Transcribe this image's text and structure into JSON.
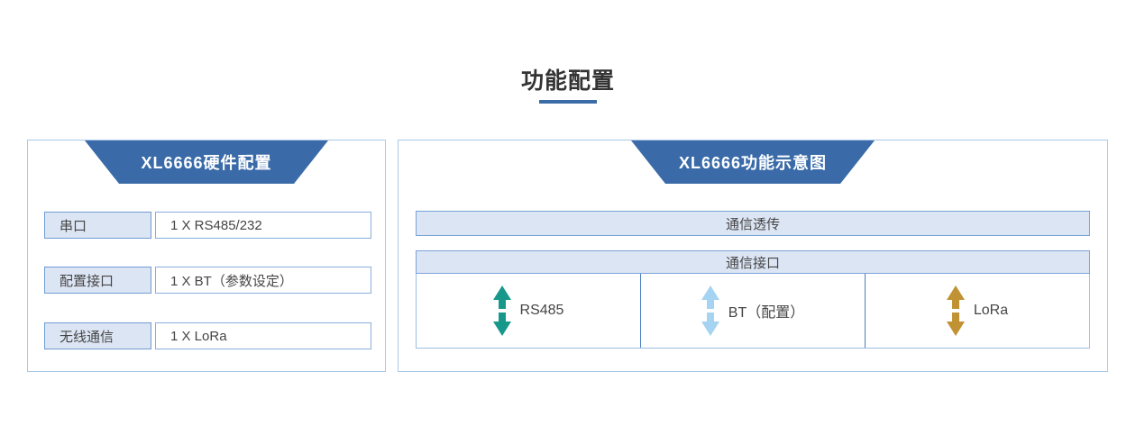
{
  "page": {
    "title": "功能配置",
    "underline_color": "#3a6ca8"
  },
  "left_panel": {
    "header": "XL6666硬件配置",
    "rows": [
      {
        "label": "串口",
        "value": "1 X RS485/232"
      },
      {
        "label": "配置接口",
        "value": "1 X BT（参数设定）"
      },
      {
        "label": "无线通信",
        "value": "1 X LoRa"
      }
    ]
  },
  "right_panel": {
    "header": "XL6666功能示意图",
    "passthrough_label": "通信透传",
    "interface_header": "通信接口",
    "interfaces": [
      {
        "label": "RS485",
        "icon": "up-down-arrow",
        "arrow_color": "#17988b"
      },
      {
        "label": "BT（配置）",
        "icon": "up-down-arrow",
        "arrow_color": "#a5d3f2"
      },
      {
        "label": "LoRa",
        "icon": "up-down-arrow",
        "arrow_color": "#c09233"
      }
    ]
  },
  "colors": {
    "header_blue": "#3a6ba8",
    "panel_border": "#abc8e8",
    "box_fill": "#dce5f4",
    "box_border": "#6f9cd4",
    "value_border": "#88aede",
    "divider_blue": "#4a7fbf",
    "text": "#454545"
  }
}
